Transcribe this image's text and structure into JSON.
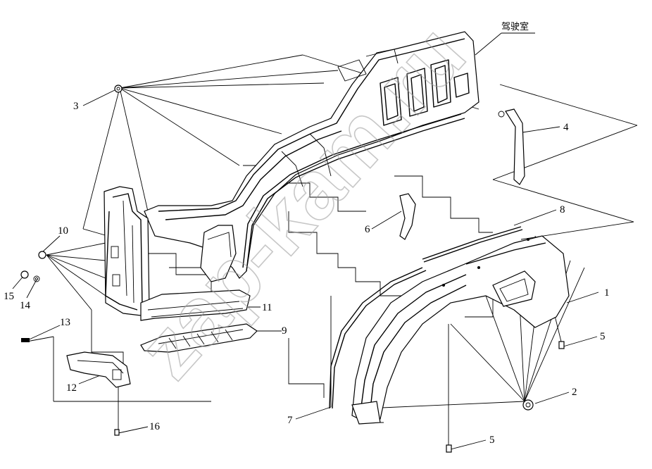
{
  "diagram": {
    "cab_label": "驾驶室",
    "watermark": "zap-kam.ru",
    "callouts": [
      "1",
      "2",
      "3",
      "4",
      "5",
      "5",
      "6",
      "7",
      "8",
      "9",
      "10",
      "11",
      "12",
      "13",
      "14",
      "15",
      "16"
    ]
  }
}
